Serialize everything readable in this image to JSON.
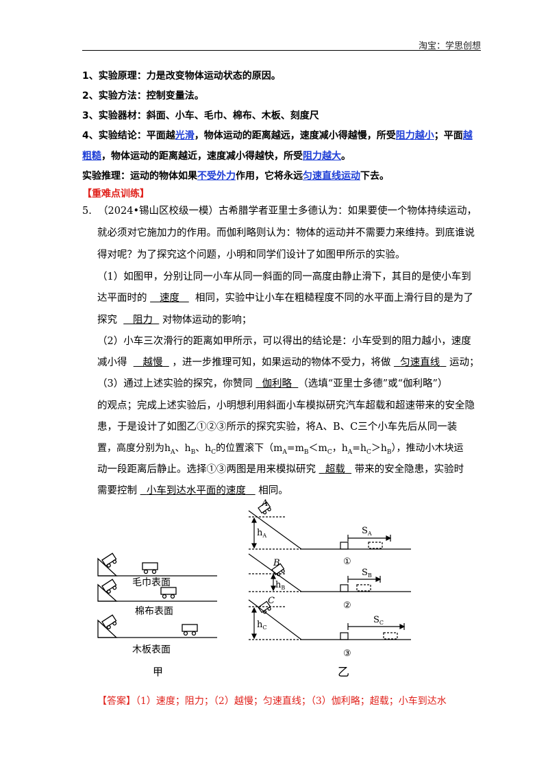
{
  "header": {
    "text": "淘宝：学思创想"
  },
  "points": {
    "p1": {
      "label": "1、实验原理：",
      "text": "力是改变物体运动状态的原因。"
    },
    "p2": {
      "label": "2、实验方法：",
      "text": "控制变量法。"
    },
    "p3": {
      "label": "3、实验器材：",
      "text": "斜面、小车、毛巾、棉布、木板、刻度尺"
    },
    "p4": {
      "label": "4、实验结论：",
      "t1": "平面越",
      "k1": "光滑",
      "t2": "，物体运动的距离越远，速度减小得越慢，所受",
      "k2": "阻力越小",
      "t3": "；平面",
      "k3a": "越",
      "k3b": "粗糙",
      "t4": "，物体运动的距离越近，速度减小得越快，所受",
      "k4": "阻力越大",
      "t5": "。"
    },
    "inference": {
      "label": "实验推理：",
      "t1": "运动的物体如果",
      "k1": "不受外力",
      "t2": "作用，它将永远",
      "k2": "匀速直线运动",
      "t3": "下去。"
    }
  },
  "section_title": "【重难点训练】",
  "question": {
    "num": "5.",
    "l1": "（2024•锡山区校级一模）古希腊学者亚里士多德认为：如果要使一个物体持续运动，",
    "l2": "就必须对它施加力的作用。而伽利略则认为：物体的运动并不需要力来维持。到底谁说",
    "l3": "得对呢？为了探究这个问题，小明和同学们设计了如图甲所示的实验。",
    "l4": "（1）如图甲，分别让同一小车从同一斜面的同一高度由静止滑下，其目的是使小车到",
    "l5a": "达平面时的",
    "a1": "速度",
    "l5b": "相同，实验中让小车在粗糙程度不同的水平面上滑行目的是为了",
    "l6a": "探究",
    "a2": "阻力",
    "l6b": "对物体运动的影响；",
    "l7": "（2）小车三次滑行的距离如甲所示，可以得出的结论是：小车受到的阻力越小，速度",
    "l8a": "减小得",
    "a3": "越慢",
    "l8b": "，进一步推理可知，如果运动的物体不受力，将做",
    "a4": "匀速直线",
    "l8c": "运动；",
    "l9a": "（3）通过上述实验的探究，你赞同",
    "a5": "伽利略",
    "l9b": "（选填“亚里士多德”或“伽利略”）",
    "l10": "的观点；完成上述实验后，小明想利用斜面小车模拟研究汽车超载和超速带来的安全隐",
    "l11": "患，于是设计了如图乙①②③所示的探究实验，将A、B、C三个小车先后从同一装",
    "l12a": "置，高度分别为h",
    "l12b": "、h",
    "l12c": "、h",
    "l12d": "的位置滚下（m",
    "l12e": "=m",
    "l12f": "＜m",
    "l12g": "，h",
    "l12h": "=h",
    "l12i": "＞h",
    "l12j": "），推动小木块运",
    "subs": {
      "A": "A",
      "B": "B",
      "C": "C"
    },
    "l13a": "动一段距离后静止。选择①③两图是用来模拟研究",
    "a6": "超载",
    "l13b": "带来的安全隐患，实验时",
    "l14a": "需要控制",
    "a7": "小车到达水平面的速度",
    "l14b": "相同。"
  },
  "figure_jia": {
    "labels": [
      "毛巾表面",
      "棉布表面",
      "木板表面"
    ],
    "caption": "甲"
  },
  "figure_yi": {
    "cars": [
      "A",
      "B",
      "C"
    ],
    "heights": [
      "h",
      "h",
      "h"
    ],
    "height_subs": [
      "A",
      "B",
      "C"
    ],
    "distances": [
      "S",
      "S",
      "S"
    ],
    "distance_subs": [
      "A",
      "B",
      "C"
    ],
    "nums": [
      "①",
      "②",
      "③"
    ],
    "caption": "乙"
  },
  "answer": {
    "label": "【答案】",
    "text": "（1）速度；阻力；（2）越慢；匀速直线；（3）伽利略；超载；小车到达水"
  }
}
